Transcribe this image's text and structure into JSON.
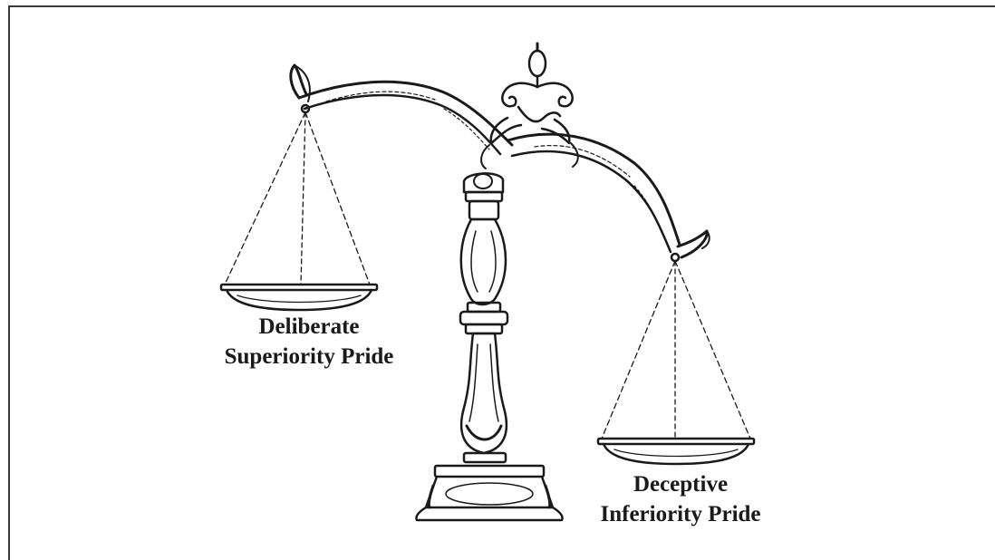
{
  "labels": {
    "left_line1": "Deliberate",
    "left_line2": "Superiority Pride",
    "right_line1": "Deceptive",
    "right_line2": "Inferiority Pride"
  },
  "illustration": {
    "subject": "balance-scale-icon",
    "tilt": "right pan lower than left pan"
  },
  "colors": {
    "ink": "#1a1a1a",
    "background": "#ffffff"
  }
}
